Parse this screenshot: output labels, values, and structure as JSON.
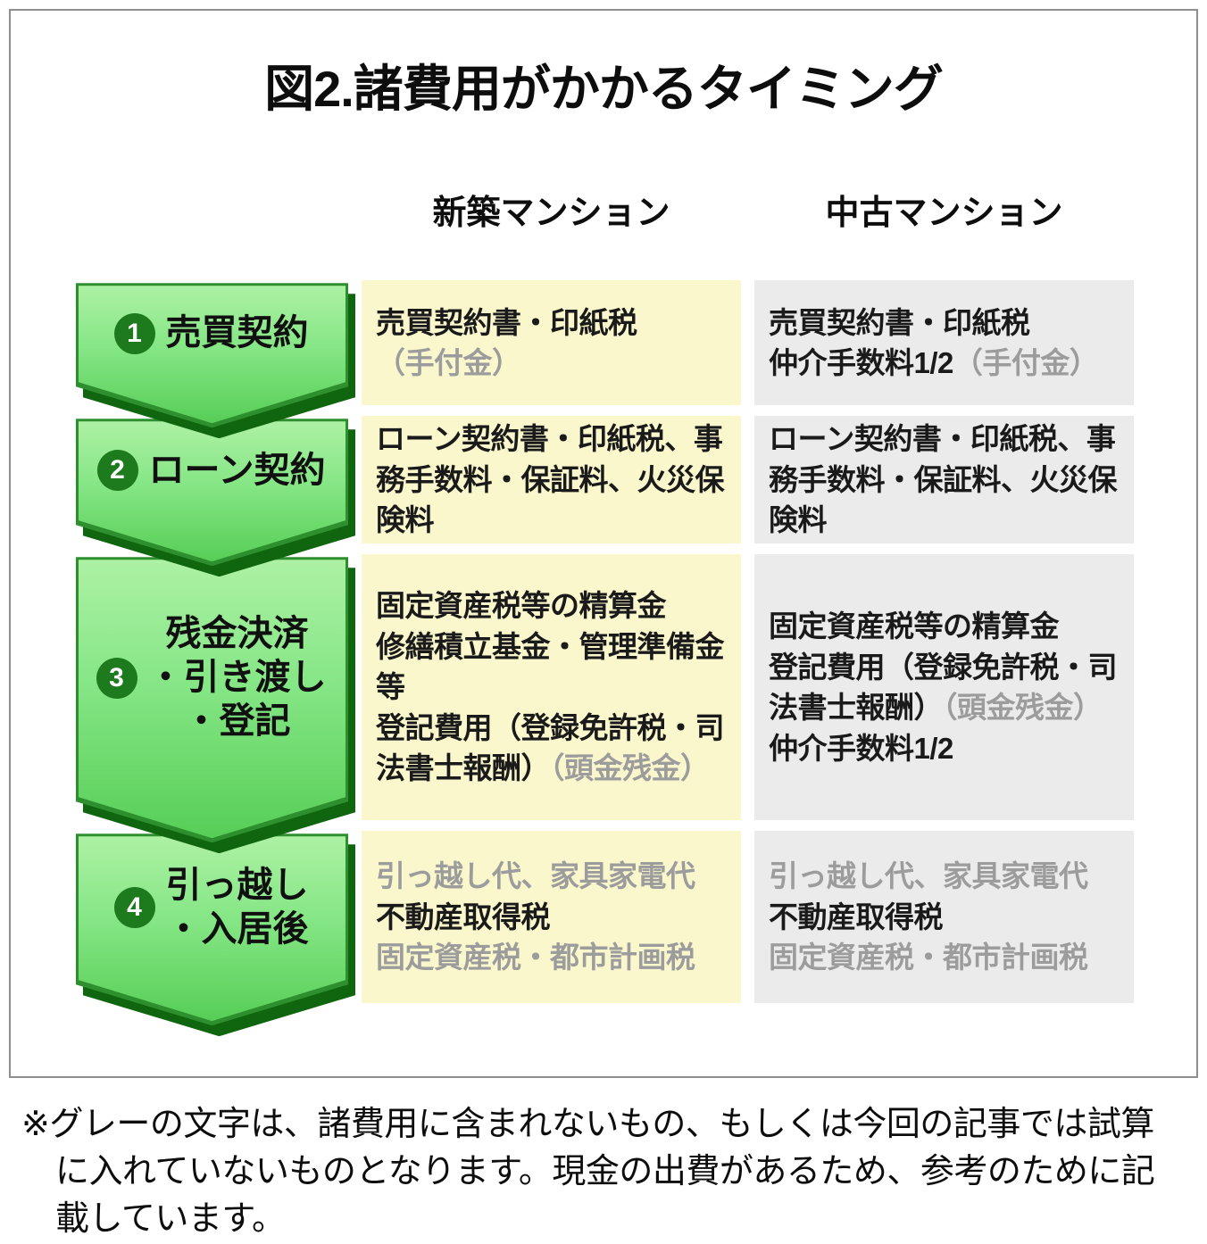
{
  "figure": {
    "title": "図2.諸費用がかかるタイミング",
    "columns": {
      "new": "新築マンション",
      "used": "中古マンション"
    },
    "rows": [
      {
        "num": "1",
        "label_lines": [
          "売買契約"
        ],
        "new": [
          [
            {
              "text": "売買契約書・印紙税",
              "gray": false
            }
          ],
          [
            {
              "text": "（手付金）",
              "gray": true
            }
          ]
        ],
        "used": [
          [
            {
              "text": "売買契約書・印紙税",
              "gray": false
            }
          ],
          [
            {
              "text": "仲介手数料1/2",
              "gray": false
            },
            {
              "text": "（手付金）",
              "gray": true
            }
          ]
        ]
      },
      {
        "num": "2",
        "label_lines": [
          "ローン契約"
        ],
        "new": [
          [
            {
              "text": "ローン契約書・印紙税、事務手数料・保証料、火災保険料",
              "gray": false
            }
          ]
        ],
        "used": [
          [
            {
              "text": "ローン契約書・印紙税、事務手数料・保証料、火災保険料",
              "gray": false
            }
          ]
        ]
      },
      {
        "num": "3",
        "label_lines": [
          "残金決済",
          "・引き渡し",
          "・登記"
        ],
        "new": [
          [
            {
              "text": "固定資産税等の精算金",
              "gray": false
            }
          ],
          [
            {
              "text": "修繕積立基金・管理準備金等",
              "gray": false
            }
          ],
          [
            {
              "text": "登記費用（登録免許税・司法書士報酬）",
              "gray": false
            },
            {
              "text": "（頭金残金）",
              "gray": true
            }
          ]
        ],
        "used": [
          [
            {
              "text": "固定資産税等の精算金",
              "gray": false
            }
          ],
          [
            {
              "text": "登記費用（登録免許税・司法書士報酬）",
              "gray": false
            },
            {
              "text": "（頭金残金）",
              "gray": true
            }
          ],
          [
            {
              "text": "仲介手数料1/2",
              "gray": false
            }
          ]
        ]
      },
      {
        "num": "4",
        "label_lines": [
          "引っ越し",
          "・入居後"
        ],
        "new": [
          [
            {
              "text": "引っ越し代、家具家電代",
              "gray": true
            }
          ],
          [
            {
              "text": "不動産取得税",
              "gray": false
            }
          ],
          [
            {
              "text": "固定資産税・都市計画税",
              "gray": true
            }
          ]
        ],
        "used": [
          [
            {
              "text": "引っ越し代、家具家電代",
              "gray": true
            }
          ],
          [
            {
              "text": "不動産取得税",
              "gray": false
            }
          ],
          [
            {
              "text": "固定資産税・都市計画税",
              "gray": true
            }
          ]
        ]
      }
    ],
    "note": "※グレーの文字は、諸費用に含まれないもの、もしくは今回の記事では試算に入れていないものとなります。現金の出費があるため、参考のために記載しています。",
    "colors": {
      "new_cell_bg": "#faf7cd",
      "used_cell_bg": "#ebebeb",
      "arrow_green": "#85e685",
      "arrow_dark_green": "#1d7a1d",
      "gray_text": "#9c9c9c"
    }
  }
}
